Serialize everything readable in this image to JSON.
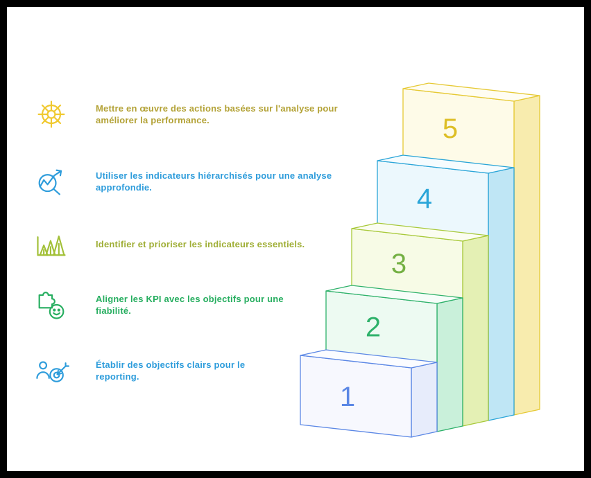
{
  "canvas": {
    "frame_color": "#000000",
    "background": "#ffffff"
  },
  "items": [
    {
      "icon": "helm-icon",
      "icon_color": "#f0c930",
      "text_color": "#b3a236",
      "text": "Mettre en œuvre des actions basées sur l'analyse pour\naméliorer la performance."
    },
    {
      "icon": "trend-magnifier-icon",
      "icon_color": "#2d9cdb",
      "text_color": "#2d9cdb",
      "text": "Utiliser les indicateurs hiérarchisés pour une analyse\napprofondie."
    },
    {
      "icon": "peaks-chart-icon",
      "icon_color": "#a2c037",
      "text_color": "#9fae35",
      "text": "Identifier et prioriser les indicateurs essentiels."
    },
    {
      "icon": "puzzle-smiley-icon",
      "icon_color": "#27ae60",
      "text_color": "#27ae60",
      "text": "Aligner les KPI avec les objectifs pour une\nfiabilité."
    },
    {
      "icon": "target-person-icon",
      "icon_color": "#2d9cdb",
      "text_color": "#2d9cdb",
      "text": "Établir des objectifs clairs pour le\nreporting."
    }
  ],
  "stairs": {
    "steps": [
      {
        "label": "1",
        "stroke": "#5b87e5",
        "front_fill": "#f7f8fe",
        "side_fill": "#e7ecfb",
        "top_fill": "#fbfcff",
        "number_color": "#5b87e5"
      },
      {
        "label": "2",
        "stroke": "#2eb16a",
        "front_fill": "#edfaf2",
        "side_fill": "#c9f0da",
        "top_fill": "#f6fdf9",
        "number_color": "#2eb16a"
      },
      {
        "label": "3",
        "stroke": "#a8c93a",
        "front_fill": "#f7fbe6",
        "side_fill": "#e4f0b4",
        "top_fill": "#fbfdf1",
        "number_color": "#74b043"
      },
      {
        "label": "4",
        "stroke": "#2aa5d8",
        "front_fill": "#ecf8fd",
        "side_fill": "#bfe6f5",
        "top_fill": "#f6fcfe",
        "number_color": "#2aa5d8"
      },
      {
        "label": "5",
        "stroke": "#e6c934",
        "front_fill": "#fefbe8",
        "side_fill": "#f8ecae",
        "top_fill": "#fffdf2",
        "number_color": "#ddbe25"
      }
    ]
  }
}
